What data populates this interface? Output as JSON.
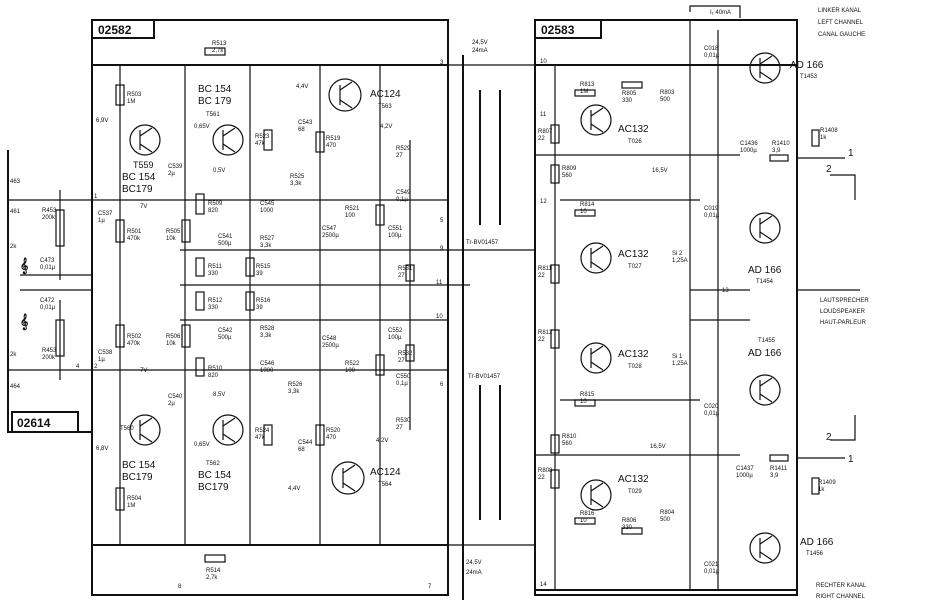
{
  "boards": {
    "left_small": "02614",
    "preamp": "02582",
    "power": "02583"
  },
  "channel_labels": {
    "left": [
      "LINKER KANAL",
      "LEFT CHANNEL",
      "CANAL GAUCHE"
    ],
    "right": [
      "RECHTER KANAL",
      "RIGHT CHANNEL"
    ],
    "speaker": [
      "LAUTSPRECHER",
      "LOUDSPEAKER",
      "HAUT-PARLEUR"
    ]
  },
  "transistors": [
    {
      "type": "BC 154\nBC 179",
      "ref": "T559"
    },
    {
      "type": "BC 154\nBC 179",
      "ref": "T561"
    },
    {
      "type": "AC124",
      "ref": "T563"
    },
    {
      "type": "BC 154\nBC 179",
      "ref": "T560"
    },
    {
      "type": "BC 154\nBC 179",
      "ref": "T562"
    },
    {
      "type": "AC124",
      "ref": "T564"
    },
    {
      "type": "AC132",
      "ref": "T026"
    },
    {
      "type": "AC132",
      "ref": "T027"
    },
    {
      "type": "AC132",
      "ref": "T028"
    },
    {
      "type": "AC132",
      "ref": "T029"
    },
    {
      "type": "AD 166",
      "ref": "T1453"
    },
    {
      "type": "AD 166",
      "ref": "T1454"
    },
    {
      "type": "AD 166",
      "ref": "T1455"
    },
    {
      "type": "AD 166",
      "ref": "T1456"
    }
  ],
  "transformers": [
    {
      "ref": "Tr-BV01457"
    },
    {
      "ref": "Tr-BV01457"
    }
  ],
  "supply": {
    "top_voltage": "24,5V",
    "top_current": "24mA",
    "bottom_voltage": "24,5V",
    "bottom_current": "24mA",
    "meter_top": "I₁ 40mA",
    "rail_left": "16,5V",
    "rail_right": "16,5V"
  },
  "components": {
    "r1": "R503\n1M",
    "r2": "R501\n470k",
    "r3": "R505\n10k",
    "r4": "R502\n470k",
    "r5": "R506\n10k",
    "r6": "R504\n1M",
    "c1": "C537\n1µ",
    "c2": "C538\n1µ",
    "c3": "C539\n2µ",
    "c4": "C540\n2µ",
    "r7": "R513\n2,7k",
    "r8": "R514\n2,7k",
    "r9": "R509\n820",
    "r10": "R510\n820",
    "r11": "R511\n330",
    "r12": "R512\n330",
    "r13": "R515\n39",
    "r14": "R516\n39",
    "c5": "C541\n500µ",
    "c6": "C542\n500µ",
    "c7": "C545\n1000",
    "c8": "C546\n1000",
    "r15": "R527\n3,3k",
    "r16": "R528\n3,3k",
    "r17": "R523\n47k",
    "r18": "R524\n47k",
    "c9": "C543\n68",
    "c10": "C544\n68",
    "r19": "R525\n3,3k",
    "r20": "R526\n3,3k",
    "r21": "R519\n470",
    "r22": "R520\n470",
    "c11": "C547\n2500µ",
    "c12": "C548\n2500µ",
    "r23": "R521\n100",
    "r24": "R522\n100",
    "r25": "R529\n27",
    "r26": "R530\n27",
    "c13": "C549\n0,1µ",
    "c14": "C550\n0,1µ",
    "c15": "C551\n100µ",
    "c16": "C552\n100µ",
    "r27": "R531\n27",
    "r28": "R532\n27",
    "r29": "R453\n200k",
    "r30": "R453\n200k",
    "c17": "C473\n0,01µ",
    "c18": "C472\n0,01µ",
    "r31": "R813\n1M",
    "r32": "R805\n330",
    "r33": "R803\n500",
    "r34": "R807\n22",
    "r35": "R809\n560",
    "r36": "R814\n10",
    "r37": "R811\n22",
    "r38": "R812\n22",
    "r39": "R815\n10",
    "r40": "R810\n560",
    "r41": "R808\n22",
    "r42": "R816\n10",
    "r43": "R806\n330",
    "r44": "R804\n500",
    "c19": "C018\n0,01µ",
    "c20": "C019\n0,01µ",
    "c21": "C020\n0,01µ",
    "c22": "C021\n0,01µ",
    "c23": "C1436\n1000µ",
    "c24": "C1437\n1000µ",
    "r45": "R1410\n3,9",
    "r46": "R1411\n3,9",
    "r47": "R1408\n1k",
    "r48": "R1409\n1k",
    "s1": "Si 2\n1,25A",
    "s2": "Si 1\n1,25A"
  },
  "voltages": {
    "v1": "6,9V",
    "v2": "0,65V",
    "v3": "4,4V",
    "v4": "4,2V",
    "v5": "0,5V",
    "v6": "7V",
    "v7": "6,8V",
    "v8": "8,5V",
    "v9": "0,65V",
    "v10": "4,2V",
    "v11": "4,4V",
    "v12": "7V"
  },
  "left_fragments": {
    "a": "463",
    "b": "461",
    "c": "2k",
    "d": "2k",
    "e": "464"
  },
  "pins": [
    "1",
    "2",
    "3",
    "4",
    "5",
    "6",
    "7",
    "8",
    "9",
    "10",
    "11",
    "12",
    "13",
    "14"
  ]
}
